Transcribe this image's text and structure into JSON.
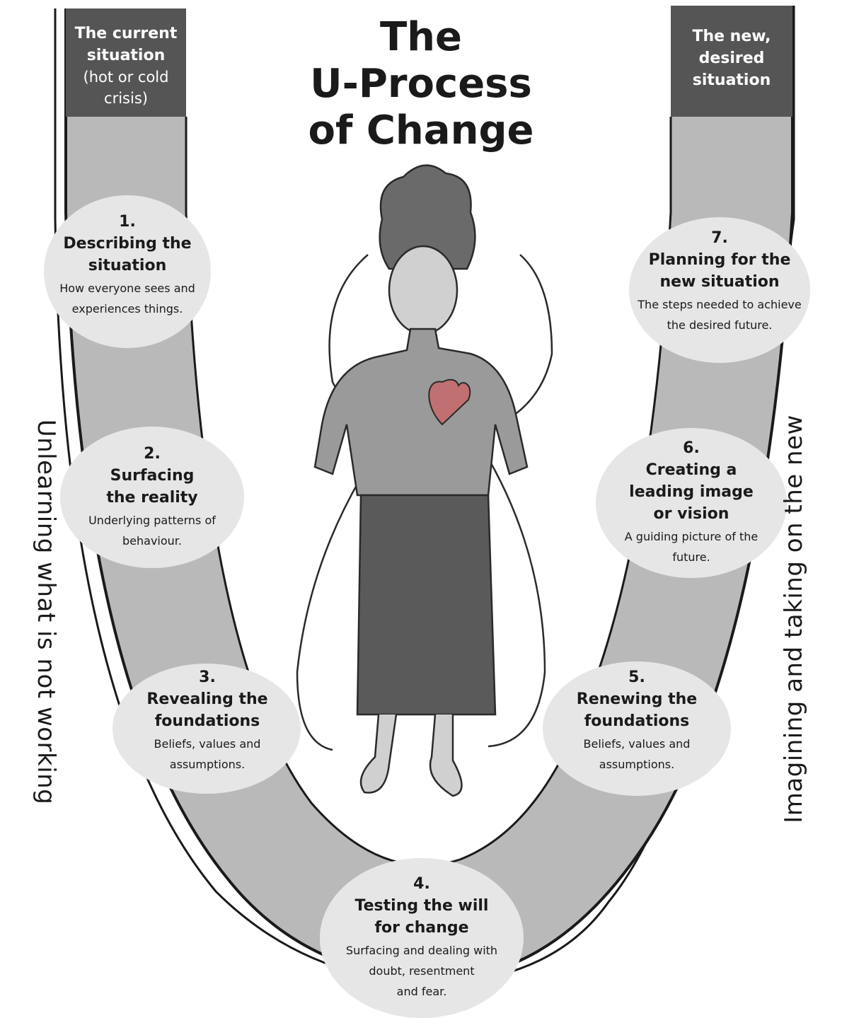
{
  "title": {
    "line1": "The",
    "line2": "U-Process",
    "line3": "of Change"
  },
  "current_situation": {
    "line1": "The current",
    "line2": "situation",
    "line3": "(hot or cold",
    "line4": "crisis)"
  },
  "new_situation": {
    "line1": "The new,",
    "line2": "desired",
    "line3": "situation"
  },
  "left_side_label": "Unlearning what is not working",
  "right_side_label": "Imagining and taking on the new",
  "stages": [
    {
      "number": "1.",
      "title_line1": "Describing the",
      "title_line2": "situation",
      "desc_line1": "How everyone sees and",
      "desc_line2": "experiences things."
    },
    {
      "number": "2.",
      "title_line1": "Surfacing",
      "title_line2": "the reality",
      "desc_line1": "Underlying patterns of",
      "desc_line2": "behaviour."
    },
    {
      "number": "3.",
      "title_line1": "Revealing the",
      "title_line2": "foundations",
      "desc_line1": "Beliefs, values and",
      "desc_line2": "assumptions."
    },
    {
      "number": "4.",
      "title_line1": "Testing the will",
      "title_line2": "for change",
      "desc_line1": "Surfacing and dealing with",
      "desc_line2": "doubt, resentment",
      "desc_line3": "and fear."
    },
    {
      "number": "5.",
      "title_line1": "Renewing the",
      "title_line2": "foundations",
      "desc_line1": "Beliefs, values and",
      "desc_line2": "assumptions."
    },
    {
      "number": "6.",
      "title_line1": "Creating a",
      "title_line2": "leading image",
      "title_line3": "or vision",
      "desc_line1": "A guiding picture of the",
      "desc_line2": "future."
    },
    {
      "number": "7.",
      "title_line1": "Planning for the",
      "title_line2": "new situation",
      "desc_line1": "The steps needed to achieve",
      "desc_line2": "the desired future."
    }
  ],
  "colors": {
    "band": "#b9b9b9",
    "band_edge": "#1a1a1a",
    "header_box": "#555555",
    "stage_circle": "#e6e6e6",
    "heart": "#c07070"
  },
  "illustration": "woman-with-heart"
}
